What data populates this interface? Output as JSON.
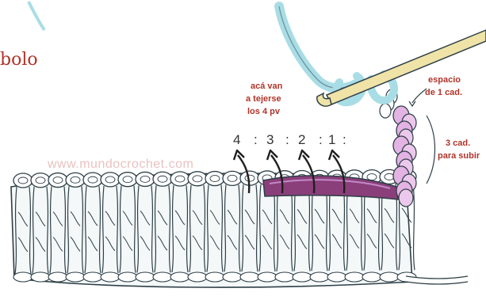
{
  "top_left_word": "bolo",
  "watermark": "www.mundocrochet.com",
  "annotations": {
    "stitches_note_line1": "acá van",
    "stitches_note_line2": "a tejerse",
    "stitches_note_line3": "los 4 pv",
    "space_note_line1": "espacio",
    "space_note_line2": "de 1 cad.",
    "chain_note_line1": "3 cad.",
    "chain_note_line2": "para subir"
  },
  "stitch_numbers": [
    "4",
    "3",
    "2",
    "1"
  ],
  "colors": {
    "yarn_blue": "#a9dde6",
    "hook": "#efe3a8",
    "chain_pink": "#e3b3e3",
    "shadow_purple": "#8a3f7a",
    "labels": "#b0342a",
    "outline": "#2e3f47"
  }
}
